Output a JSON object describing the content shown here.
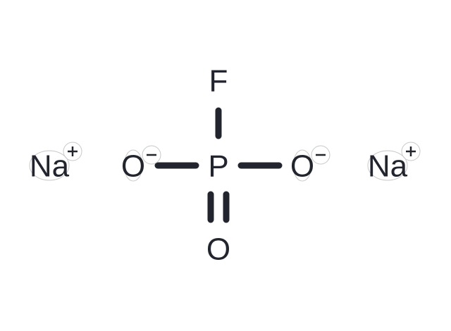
{
  "molecule": {
    "atoms": {
      "na_left": "Na",
      "o_left": "O",
      "p": "P",
      "f": "F",
      "o_right": "O",
      "o_bottom": "O",
      "na_right": "Na"
    },
    "charges": {
      "positive": "+",
      "negative": "-"
    },
    "colors": {
      "atom": "#22252d",
      "charge_center": "#00e5e5",
      "anchor": "#0000cc"
    }
  }
}
